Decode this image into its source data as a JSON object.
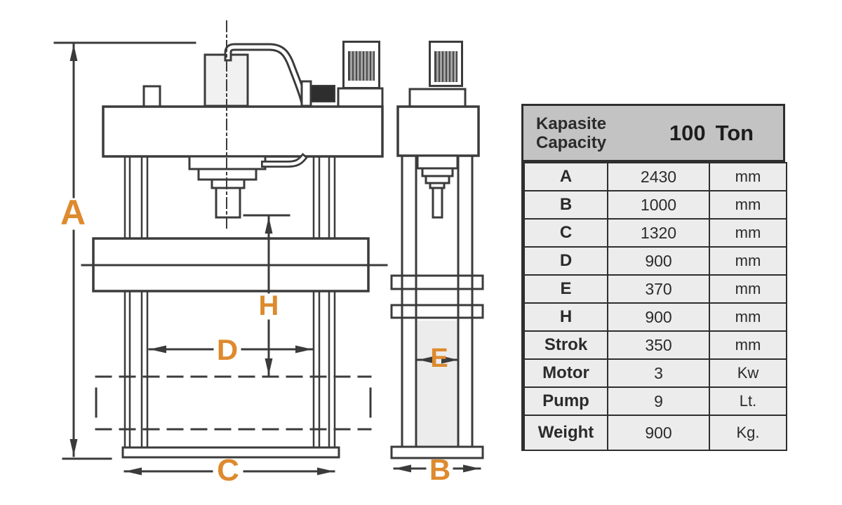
{
  "diagram": {
    "labels": {
      "A": "A",
      "B": "B",
      "C": "C",
      "D": "D",
      "E": "E",
      "H": "H"
    },
    "colors": {
      "accent_orange": "#DE8A2E",
      "line": "#3b3b3b",
      "table_header_bg": "#c3c3c3",
      "table_row_bg": "#ececec"
    }
  },
  "spec_table": {
    "header": {
      "title_line1": "Kapasite",
      "title_line2": "Capacity",
      "capacity_value": "100",
      "capacity_unit": "Ton"
    },
    "rows": [
      {
        "param": "A",
        "value": "2430",
        "unit": "mm"
      },
      {
        "param": "B",
        "value": "1000",
        "unit": "mm"
      },
      {
        "param": "C",
        "value": "1320",
        "unit": "mm"
      },
      {
        "param": "D",
        "value": "900",
        "unit": "mm"
      },
      {
        "param": "E",
        "value": "370",
        "unit": "mm"
      },
      {
        "param": "H",
        "value": "900",
        "unit": "mm"
      },
      {
        "param": "Strok",
        "value": "350",
        "unit": "mm"
      },
      {
        "param": "Motor",
        "value": "3",
        "unit": "Kw"
      },
      {
        "param": "Pump",
        "value": "9",
        "unit": "Lt."
      },
      {
        "param": "Weight",
        "value": "900",
        "unit": "Kg."
      }
    ]
  }
}
